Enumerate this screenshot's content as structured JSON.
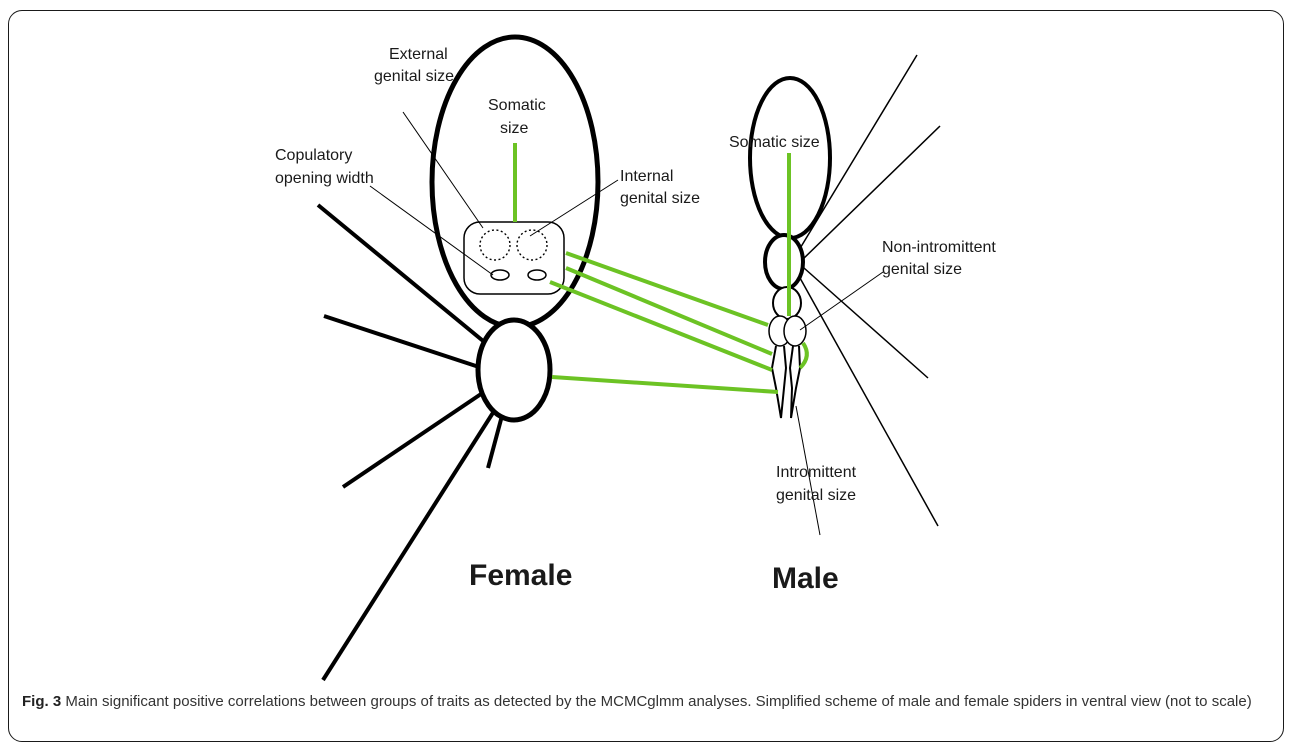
{
  "diagram": {
    "sexes": {
      "female": "Female",
      "male": "Male"
    },
    "labels": {
      "external_genital_size": [
        "External",
        "genital size"
      ],
      "female_somatic_size": [
        "Somatic",
        "size"
      ],
      "copulatory_opening_width": [
        "Copulatory",
        "opening width"
      ],
      "internal_genital_size": [
        "Internal",
        "genital size"
      ],
      "male_somatic_size": [
        "Somatic size"
      ],
      "non_intromittent_genital_size": [
        "Non-intromittent",
        "genital size"
      ],
      "intromittent_genital_size": [
        "Intromittent",
        "genital size"
      ]
    },
    "colors": {
      "correlation_line": "#6cc324",
      "outline": "#000000"
    }
  },
  "caption": {
    "label": "Fig. 3",
    "text": " Main significant positive correlations between groups of traits as detected by the MCMCglmm analyses. Simplified scheme of male and female spiders in ventral view (not to scale)"
  }
}
